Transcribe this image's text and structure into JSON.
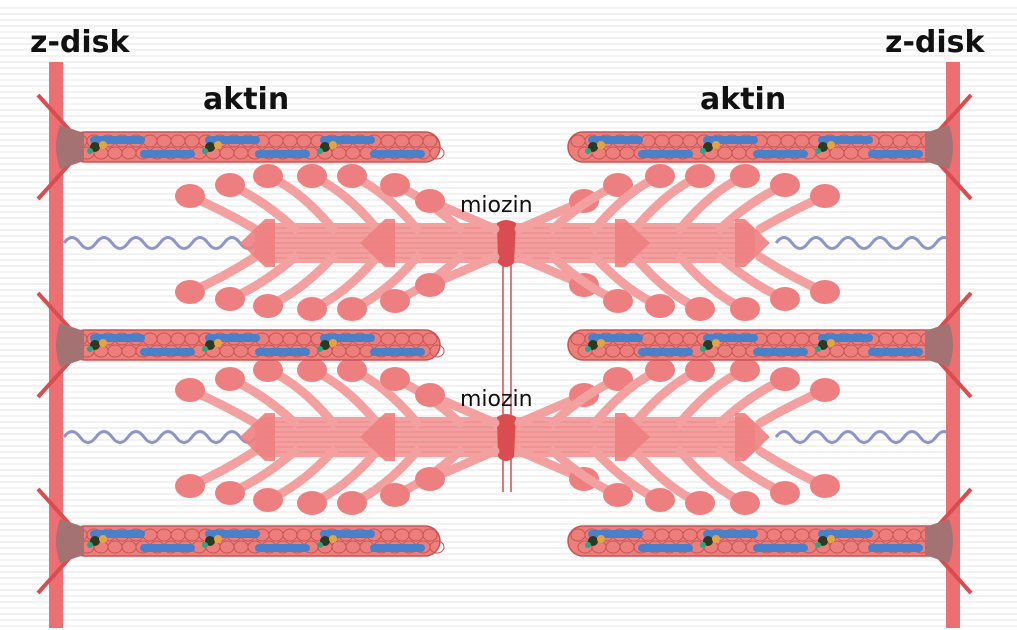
{
  "labels": {
    "z_disk_left": "z-disk",
    "z_disk_right": "z-disk",
    "actin_left": "aktin",
    "actin_right": "aktin",
    "myosin_top": "miozin",
    "myosin_bottom": "miozin"
  },
  "colors": {
    "background": "#ffffff",
    "stripes": "#e6e6e6",
    "z_disk": "#ee6f72",
    "z_disk_anchor": "#a47272",
    "actin_body": "#ec7f7c",
    "actin_outline": "#c85454",
    "tropomyosin": "#4a80c8",
    "troponin": "#2e3a20",
    "myosin": "#f3a1a0",
    "myosin_head": "#ee7f80",
    "m_line": "#d94c50",
    "titin": "#8d95c9"
  }
}
